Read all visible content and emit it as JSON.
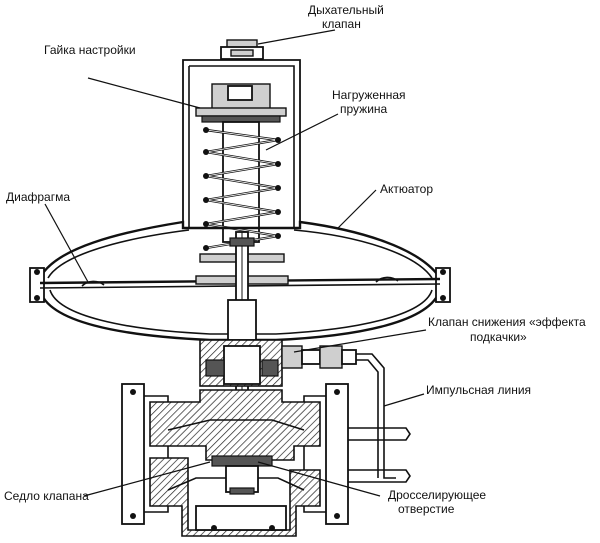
{
  "labels": {
    "breather_valve_1": "Дыхательный",
    "breather_valve_2": "клапан",
    "adjusting_nut": "Гайка настройки",
    "loaded_spring_1": "Нагруженная",
    "loaded_spring_2": "пружина",
    "actuator": "Актюатор",
    "diaphragm": "Диафрагма",
    "relief_valve_1": "Клапан снижения «эффекта",
    "relief_valve_2": "подкачки»",
    "impulse_line": "Импульсная линия",
    "valve_seat": "Седло клапана",
    "orifice_1": "Дросселирующее",
    "orifice_2": "отверстие"
  }
}
